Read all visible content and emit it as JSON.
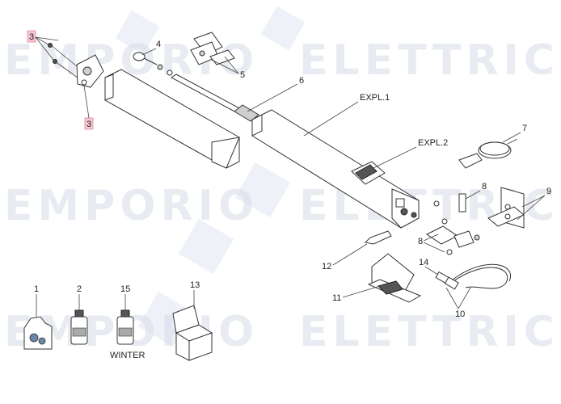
{
  "watermark": {
    "left_word": "EMPORIO",
    "right_word": "ELETTRICO"
  },
  "callouts": {
    "n3_top": "3",
    "n3_bottom": "3",
    "n4": "4",
    "n5": "5",
    "n6": "6",
    "expl1": "EXPL.1",
    "expl2": "EXPL.2",
    "n7": "7",
    "n8_a": "8",
    "n8_b": "8",
    "n9": "9",
    "n12": "12",
    "n14": "14",
    "n11": "11",
    "n10": "10",
    "n1": "1",
    "n2": "2",
    "n15": "15",
    "n13": "13"
  },
  "bottle_label": "WINTER",
  "colors": {
    "highlight": "#f7c6d2",
    "watermark": "#d7dde9"
  }
}
